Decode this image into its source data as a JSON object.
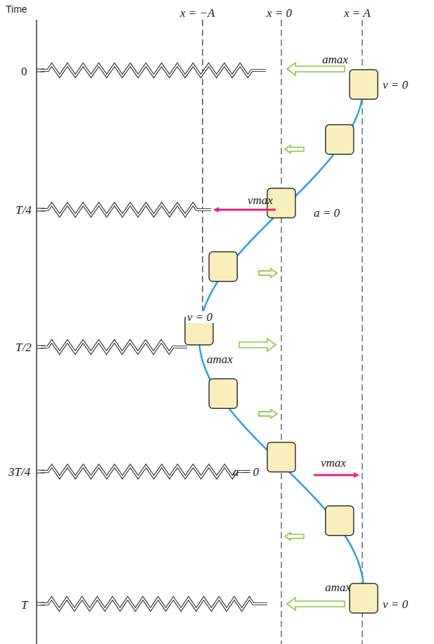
{
  "diagram": {
    "labels": [
      "Time",
      "x = −A",
      "x = 0",
      "x = A",
      "0",
      "amax",
      "v = 0",
      "T/4",
      "vmax",
      "a = 0",
      "v = 0",
      "T/2",
      "amax",
      "3T/4",
      "a = 0",
      "vmax",
      "amax",
      "T",
      "v = 0"
    ]
  }
}
